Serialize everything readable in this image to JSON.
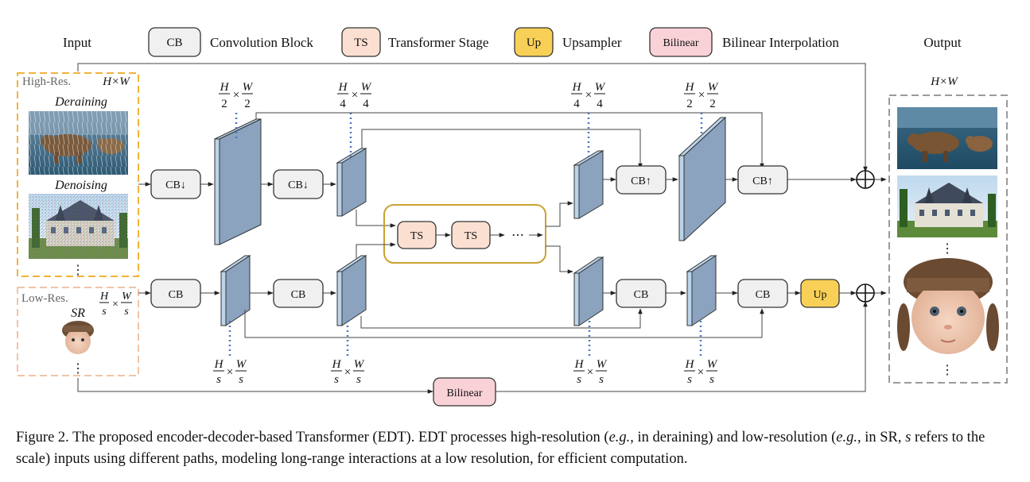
{
  "legend": {
    "input": "Input",
    "output": "Output",
    "items": [
      {
        "abbr": "CB",
        "label": "Convolution Block"
      },
      {
        "abbr": "TS",
        "label": "Transformer Stage"
      },
      {
        "abbr": "Up",
        "label": "Upsampler"
      },
      {
        "abbr": "Bilinear",
        "label": "Bilinear Interpolation"
      }
    ]
  },
  "inputs": {
    "high_res_label": "High-Res.",
    "high_res_size": "H×W",
    "deraining": "Deraining",
    "denoising": "Denoising",
    "low_res_label": "Low-Res.",
    "sr": "SR",
    "ellipsis": "⋮"
  },
  "output": {
    "size": "H×W",
    "ellipsis": "⋮"
  },
  "blocks": {
    "cb_down": "CB↓",
    "cb_up": "CB↑",
    "cb": "CB",
    "ts": "TS",
    "up": "Up",
    "bilinear": "Bilinear",
    "ts_dots": "⋯"
  },
  "dims": {
    "h": "H",
    "w": "W",
    "times": "×",
    "d2": "2",
    "d4": "4",
    "s": "s"
  },
  "caption": {
    "p1": "Figure 2. The proposed encoder-decoder-based Transformer (EDT). EDT processes high-resolution (",
    "eg1": "e.g.",
    "p2": ", in deraining) and low-resolution (",
    "eg2": "e.g.",
    "p3": ", in SR, ",
    "s": "s",
    "p4": " refers to the scale) inputs using different paths, modeling long-range interactions at a low resolution, for efficient computation."
  },
  "colors": {
    "cb_fill": "#f0f0f0",
    "ts_fill": "#fbe0d2",
    "up_fill": "#f9d057",
    "bilinear_fill": "#f9d2d8",
    "feature_front": "#8ba3be",
    "feature_side": "#bcd4ea",
    "high_res_border": "#f2b33a",
    "low_res_border": "#f0c4a6",
    "output_border": "#9a9a9a",
    "ts_group_border": "#c9a230",
    "dotted": "#4a78c0"
  }
}
